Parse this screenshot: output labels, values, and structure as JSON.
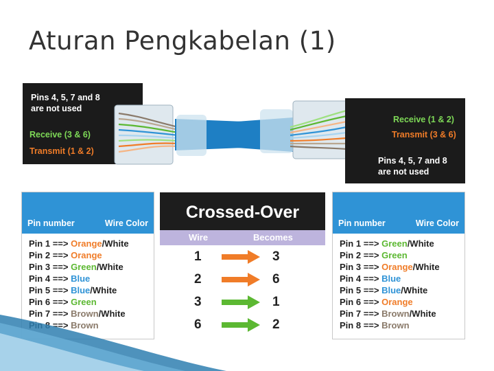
{
  "slide": {
    "title": "Aturan Pengkabelan (1)"
  },
  "left_connector": {
    "note_line1": "Pins 4, 5, 7 and 8",
    "note_line2": "are not used",
    "receive": "Receive (3 & 6)",
    "transmit": "Transmit (1 & 2)"
  },
  "right_connector": {
    "receive": "Receive (1 & 2)",
    "transmit": "Transmit (3 & 6)",
    "note_line1": "Pins 4, 5, 7 and 8",
    "note_line2": "are not used"
  },
  "left_table": {
    "header_pin": "Pin number",
    "header_wire": "Wire Color",
    "arrow": "==>",
    "rows": [
      {
        "pin": "Pin 1",
        "color1": "Orange",
        "color2": "/White",
        "color1_hex": "#f07c28"
      },
      {
        "pin": "Pin 2",
        "color1": "Orange",
        "color2": "",
        "color1_hex": "#f07c28"
      },
      {
        "pin": "Pin 3",
        "color1": "Green",
        "color2": "/White",
        "color1_hex": "#5cb832"
      },
      {
        "pin": "Pin 4",
        "color1": "Blue",
        "color2": "",
        "color1_hex": "#2f93d6"
      },
      {
        "pin": "Pin 5",
        "color1": "Blue",
        "color2": "/White",
        "color1_hex": "#2f93d6"
      },
      {
        "pin": "Pin 6",
        "color1": "Green",
        "color2": "",
        "color1_hex": "#5cb832"
      },
      {
        "pin": "Pin 7",
        "color1": "Brown",
        "color2": "/White",
        "color1_hex": "#8a7a6a"
      },
      {
        "pin": "Pin 8",
        "color1": "Brown",
        "color2": "",
        "color1_hex": "#8a7a6a"
      }
    ]
  },
  "right_table": {
    "header_pin": "Pin number",
    "header_wire": "Wire Color",
    "arrow": "==>",
    "rows": [
      {
        "pin": "Pin 1",
        "color1": "Green",
        "color2": "/White",
        "color1_hex": "#5cb832"
      },
      {
        "pin": "Pin 2",
        "color1": "Green",
        "color2": "",
        "color1_hex": "#5cb832"
      },
      {
        "pin": "Pin 3",
        "color1": "Orange",
        "color2": "/White",
        "color1_hex": "#f07c28"
      },
      {
        "pin": "Pin 4",
        "color1": "Blue",
        "color2": "",
        "color1_hex": "#2f93d6"
      },
      {
        "pin": "Pin 5",
        "color1": "Blue",
        "color2": "/White",
        "color1_hex": "#2f93d6"
      },
      {
        "pin": "Pin 6",
        "color1": "Orange",
        "color2": "",
        "color1_hex": "#f07c28"
      },
      {
        "pin": "Pin 7",
        "color1": "Brown",
        "color2": "/White",
        "color1_hex": "#8a7a6a"
      },
      {
        "pin": "Pin 8",
        "color1": "Brown",
        "color2": "",
        "color1_hex": "#8a7a6a"
      }
    ]
  },
  "crossover": {
    "title": "Crossed-Over",
    "col_wire": "Wire",
    "col_becomes": "Becomes",
    "rows": [
      {
        "wire": "1",
        "becomes": "3",
        "arrow_color": "#f07c28"
      },
      {
        "wire": "2",
        "becomes": "6",
        "arrow_color": "#f07c28"
      },
      {
        "wire": "3",
        "becomes": "1",
        "arrow_color": "#5cb832"
      },
      {
        "wire": "6",
        "becomes": "2",
        "arrow_color": "#5cb832"
      }
    ]
  },
  "colors": {
    "table_header_blue": "#2f93d6",
    "crossover_header": "#1d1d1d",
    "crossover_subheader": "#bdb4dd",
    "title_text": "#333333"
  }
}
